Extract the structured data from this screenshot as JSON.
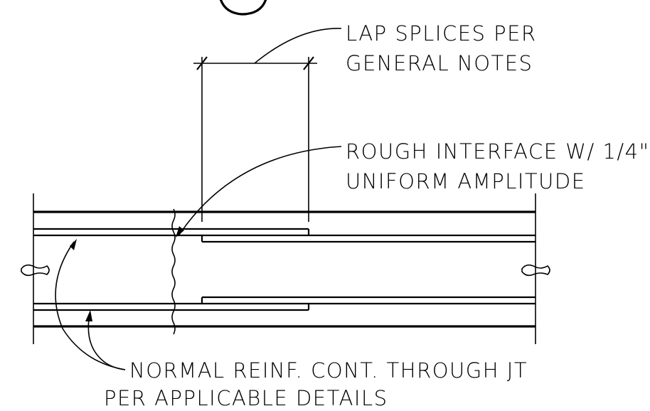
{
  "notes": {
    "lap_splices": {
      "line1": "LAP SPLICES PER",
      "line2": "GENERAL NOTES"
    },
    "rough_interface": {
      "line1": "ROUGH INTERFACE W/ 1/4\"",
      "line2": "UNIFORM AMPLITUDE"
    },
    "normal_reinf": {
      "line1": "NORMAL REINF. CONT. THROUGH JT",
      "line2": "PER APPLICABLE DETAILS"
    }
  }
}
